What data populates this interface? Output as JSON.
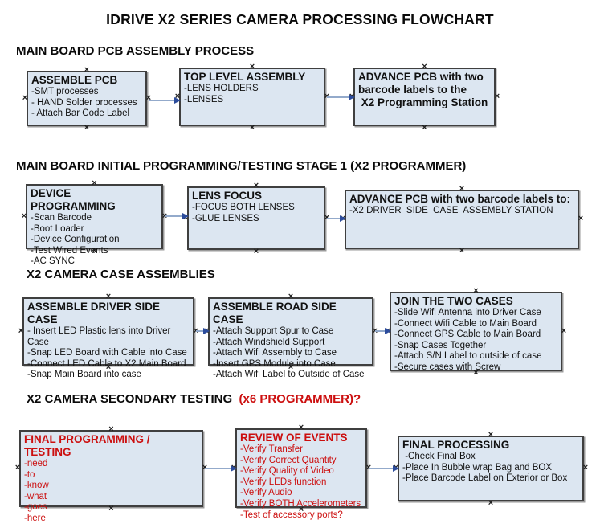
{
  "title": "IDRIVE X2  SERIES CAMERA PROCESSING FLOWCHART",
  "colors": {
    "box_fill": "#dce6f1",
    "box_border": "#3f3f3f",
    "red_text": "#cc0f0f",
    "arrow_line": "#93aacb",
    "arrow_head": "#2c4c9c"
  },
  "sections": [
    {
      "header": "MAIN BOARD PCB ASSEMBLY PROCESS",
      "boxes": [
        {
          "title": "ASSEMBLE PCB",
          "lines": [
            "-SMT processes",
            "- HAND Solder processes",
            "- Attach Bar Code Label"
          ]
        },
        {
          "title": "TOP LEVEL ASSEMBLY",
          "lines": [
            "-LENS HOLDERS",
            "-LENSES"
          ]
        },
        {
          "title": "ADVANCE PCB with two barcode labels to the\n X2 Programming Station",
          "lines": []
        }
      ]
    },
    {
      "header": "MAIN BOARD INITIAL PROGRAMMING/TESTING STAGE 1 (X2 PROGRAMMER)",
      "boxes": [
        {
          "title": "DEVICE PROGRAMMING",
          "lines": [
            "-Scan Barcode",
            "-Boot Loader",
            "-Device Configuration",
            "-Test Wired Events",
            "-AC SYNC"
          ]
        },
        {
          "title": "LENS FOCUS",
          "lines": [
            "-FOCUS BOTH LENSES",
            "-GLUE LENSES"
          ]
        },
        {
          "title": "ADVANCE PCB with two barcode labels to:",
          "lines": [
            "-X2 DRIVER  SIDE  CASE  ASSEMBLY STATION"
          ]
        }
      ]
    },
    {
      "header": "X2 CAMERA CASE ASSEMBLIES",
      "boxes": [
        {
          "title": "ASSEMBLE DRIVER SIDE CASE",
          "lines": [
            "- Insert LED Plastic lens into Driver Case",
            "-Snap LED Board with Cable into Case",
            "-Connect LED Cable to X2 Main Board",
            "-Snap Main Board into case"
          ]
        },
        {
          "title": "ASSEMBLE ROAD SIDE CASE",
          "lines": [
            "-Attach Support Spur to Case",
            "-Attach Windshield Support",
            "-Attach Wifi Assembly to Case",
            "-Insert GPS Module into Case",
            "-Attach Wifi Label to Outside of Case"
          ]
        },
        {
          "title": "JOIN THE TWO CASES",
          "lines": [
            "-Slide Wifi Antenna into Driver Case",
            "-Connect Wifi Cable to Main Board",
            "-Connect GPS Cable to Main Board",
            "-Snap Cases Together",
            "-Attach S/N Label to outside of case",
            "-Secure cases with Screw"
          ]
        }
      ]
    },
    {
      "header": "X2 CAMERA SECONDARY TESTING ",
      "header_suffix": " (x6 PROGRAMMER)?",
      "boxes": [
        {
          "title": "FINAL PROGRAMMING / TESTING",
          "lines": [
            "-need",
            "-to",
            "-know",
            "-what",
            "-goes",
            "-here"
          ]
        },
        {
          "title": "REVIEW OF EVENTS",
          "lines": [
            "-Verify Transfer",
            "-Verify Correct Quantity",
            "-Verify Quality of Video",
            "-Verify LEDs function",
            "-Verify Audio",
            "-Verify BOTH Accelerometers",
            "-Test of accessory ports?"
          ]
        },
        {
          "title": "FINAL PROCESSING",
          "lines": [
            " -Check Final Box",
            "-Place In Bubble wrap Bag and BOX",
            "-Place Barcode Label on Exterior or Box"
          ]
        }
      ]
    }
  ]
}
